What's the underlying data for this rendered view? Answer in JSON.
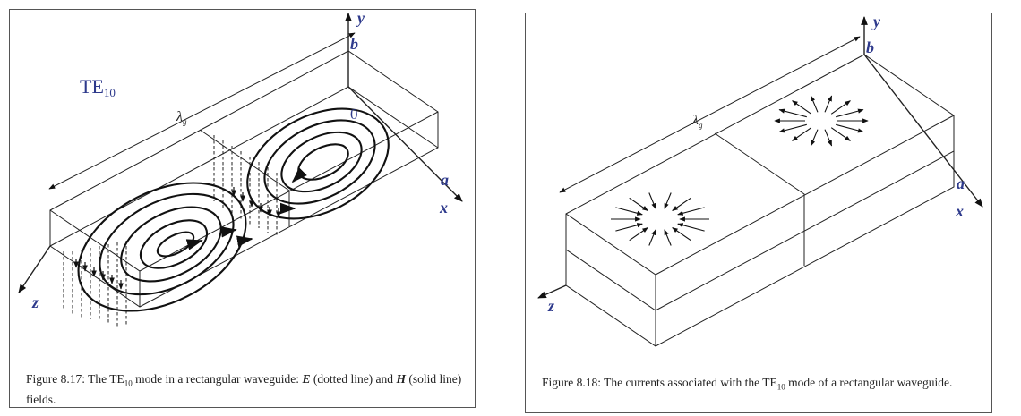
{
  "figure_8_17": {
    "mode_label": "TE",
    "mode_sub": "10",
    "axis_y": "y",
    "axis_x": "x",
    "axis_z": "z",
    "label_a": "a",
    "label_b": "b",
    "label_origin": "0",
    "label_lambda": "λ",
    "label_lambda_sub": "g",
    "caption_prefix": "Figure 8.17: The TE",
    "caption_sub": "10",
    "caption_mid1": " mode in a rectangular waveguide: ",
    "caption_E": "E",
    "caption_mid2": " (dotted line) and ",
    "caption_H": "H",
    "caption_end": " (solid line) fields."
  },
  "figure_8_18": {
    "axis_y": "y",
    "axis_x": "x",
    "axis_z": "z",
    "label_a": "a",
    "label_b": "b",
    "label_lambda": "λ",
    "label_lambda_sub": "g",
    "caption_prefix": "Figure 8.18: The currents associated with the TE",
    "caption_sub": "10",
    "caption_end": " mode of a rectangular waveguide."
  }
}
